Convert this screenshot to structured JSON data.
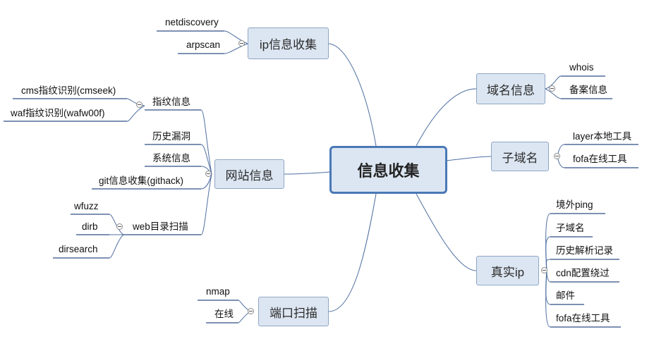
{
  "root": "信息收集",
  "branches": {
    "ip": {
      "label": "ip信息收集",
      "children": [
        "netdiscovery",
        "arpscan"
      ]
    },
    "domain": {
      "label": "域名信息",
      "children": [
        "whois",
        "备案信息"
      ]
    },
    "subdomain": {
      "label": "子域名",
      "children": [
        "layer本地工具",
        "fofa在线工具"
      ]
    },
    "website": {
      "label": "网站信息",
      "fingerprint": {
        "label": "指纹信息",
        "children": [
          "cms指纹识别(cmseek)",
          "waf指纹识别(wafw00f)"
        ]
      },
      "history_vuln": "历史漏洞",
      "system_info": "系统信息",
      "git_info": "git信息收集(githack)",
      "web_dir": {
        "label": "web目录扫描",
        "children": [
          "wfuzz",
          "dirb",
          "dirsearch"
        ]
      }
    },
    "realip": {
      "label": "真实ip",
      "children": [
        "境外ping",
        "子域名",
        "历史解析记录",
        "cdn配置绕过",
        "邮件",
        "fofa在线工具"
      ]
    },
    "port": {
      "label": "端口扫描",
      "children": [
        "nmap",
        "在线"
      ]
    }
  },
  "colors": {
    "node_fill": "#dce6f2",
    "node_border": "#8fa6c4",
    "root_border": "#4a78b6",
    "line": "#4f6fa0",
    "underline": "#2f4f86"
  }
}
